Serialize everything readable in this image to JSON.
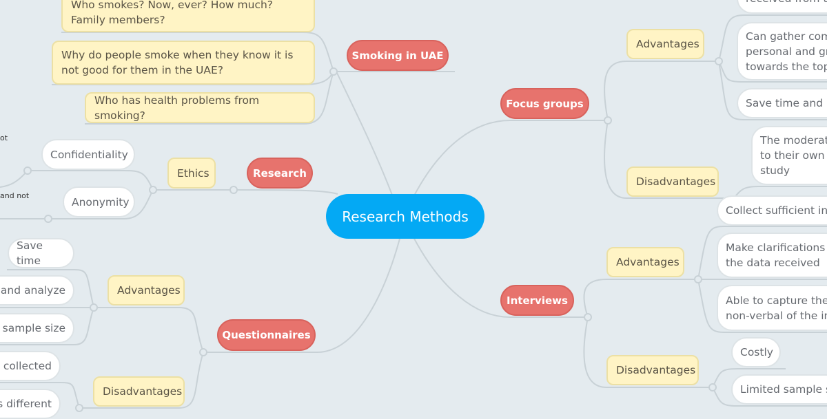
{
  "center": "Research Methods",
  "branches": {
    "smoking": {
      "label": "Smoking in UAE",
      "items": [
        "Who smokes? Now, ever? How much? Family members?",
        "Why do people smoke when they know it is not good for them in the UAE?",
        "Who has health problems from smoking?"
      ]
    },
    "research": {
      "label": "Research",
      "ethics": {
        "label": "Ethics",
        "items": [
          "Confidentiality",
          "Anonymity"
        ],
        "notes": [
          "ot",
          "and not"
        ]
      }
    },
    "questionnaires": {
      "label": "Questionnaires",
      "advantages": {
        "label": "Advantages",
        "items": [
          "Save time",
          "y and analyze",
          "t sample size"
        ]
      },
      "disadvantages": {
        "label": "Disadvantages",
        "items": [
          "n collected",
          "s different"
        ]
      }
    },
    "focus_groups": {
      "label": "Focus groups",
      "advantages": {
        "label": "Advantages",
        "items": [
          "received from t",
          "Can gather com\npersonal and gr\ntowards the top",
          "Save time and r"
        ]
      },
      "disadvantages": {
        "label": "Disadvantages",
        "items": [
          "The moderato\nto their own v\nstudy"
        ]
      }
    },
    "interviews": {
      "label": "Interviews",
      "advantages": {
        "label": "Advantages",
        "items": [
          "Collect sufficient in",
          "Make clarifications o\nthe data received",
          "Able to capture the\nnon-verbal of the in"
        ]
      },
      "disadvantages": {
        "label": "Disadvantages",
        "items": [
          "Costly",
          "Limited sample s"
        ]
      }
    }
  }
}
